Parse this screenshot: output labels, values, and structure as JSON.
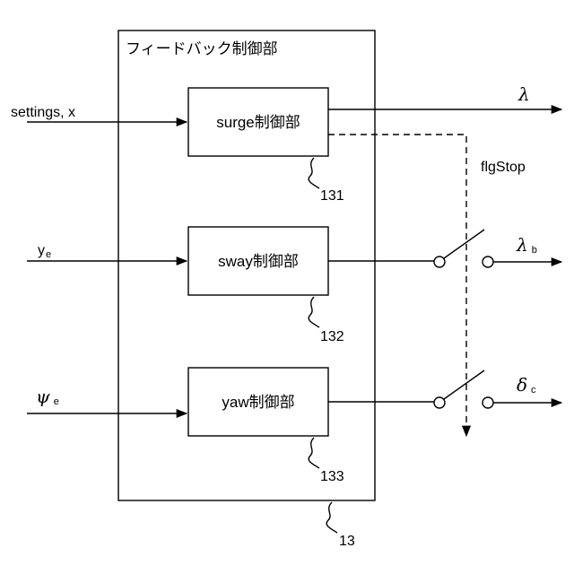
{
  "outer_block": {
    "title": "フィードバック制御部",
    "ref": "13"
  },
  "blocks": {
    "surge": {
      "label": "surge制御部",
      "ref": "131"
    },
    "sway": {
      "label": "sway制御部",
      "ref": "132"
    },
    "yaw": {
      "label": "yaw制御部",
      "ref": "133"
    }
  },
  "inputs": {
    "settings": "settings, x",
    "ye_main": "y",
    "ye_sub": "e",
    "psi_main": "ψ",
    "psi_sub": "e"
  },
  "outputs": {
    "lambda": "λ",
    "lambda_b_main": "λ",
    "lambda_b_sub": "b",
    "delta_c_main": "δ",
    "delta_c_sub": "c"
  },
  "signals": {
    "flgstop": "flgStop"
  }
}
